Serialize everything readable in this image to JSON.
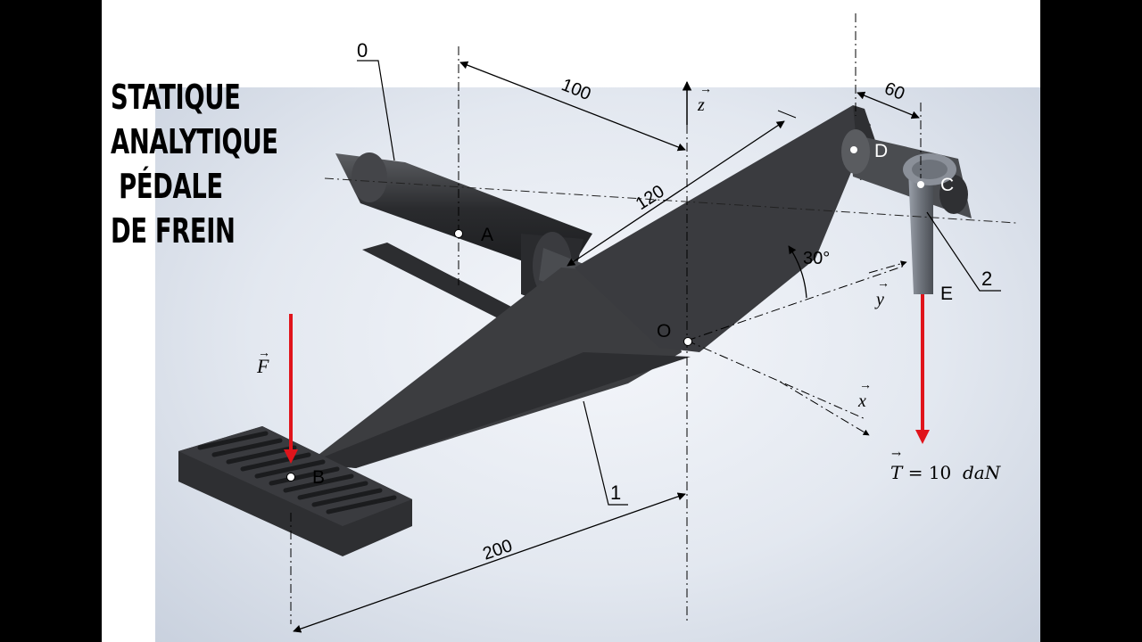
{
  "title": {
    "lines": [
      "STATIQUE",
      "ANALYTIQUE",
      " PÉDALE",
      "DE FREIN"
    ]
  },
  "parts": {
    "frame": "0",
    "pedal": "1",
    "lever": "2"
  },
  "points": {
    "A": "A",
    "B": "B",
    "C": "C",
    "D": "D",
    "E": "E",
    "O": "O"
  },
  "dimensions": {
    "d100": "100",
    "d120": "120",
    "d200": "200",
    "d60": "60",
    "angle": "30°"
  },
  "axes": {
    "x": "x",
    "y": "y",
    "z": "z"
  },
  "forces": {
    "F": "F",
    "T_symbol": "T",
    "T_value": "= 10 ",
    "T_unit": "daN"
  },
  "colors": {
    "force_arrow": "#e0141b",
    "body_dark": "#3c3d40",
    "background": "#ffffff"
  }
}
